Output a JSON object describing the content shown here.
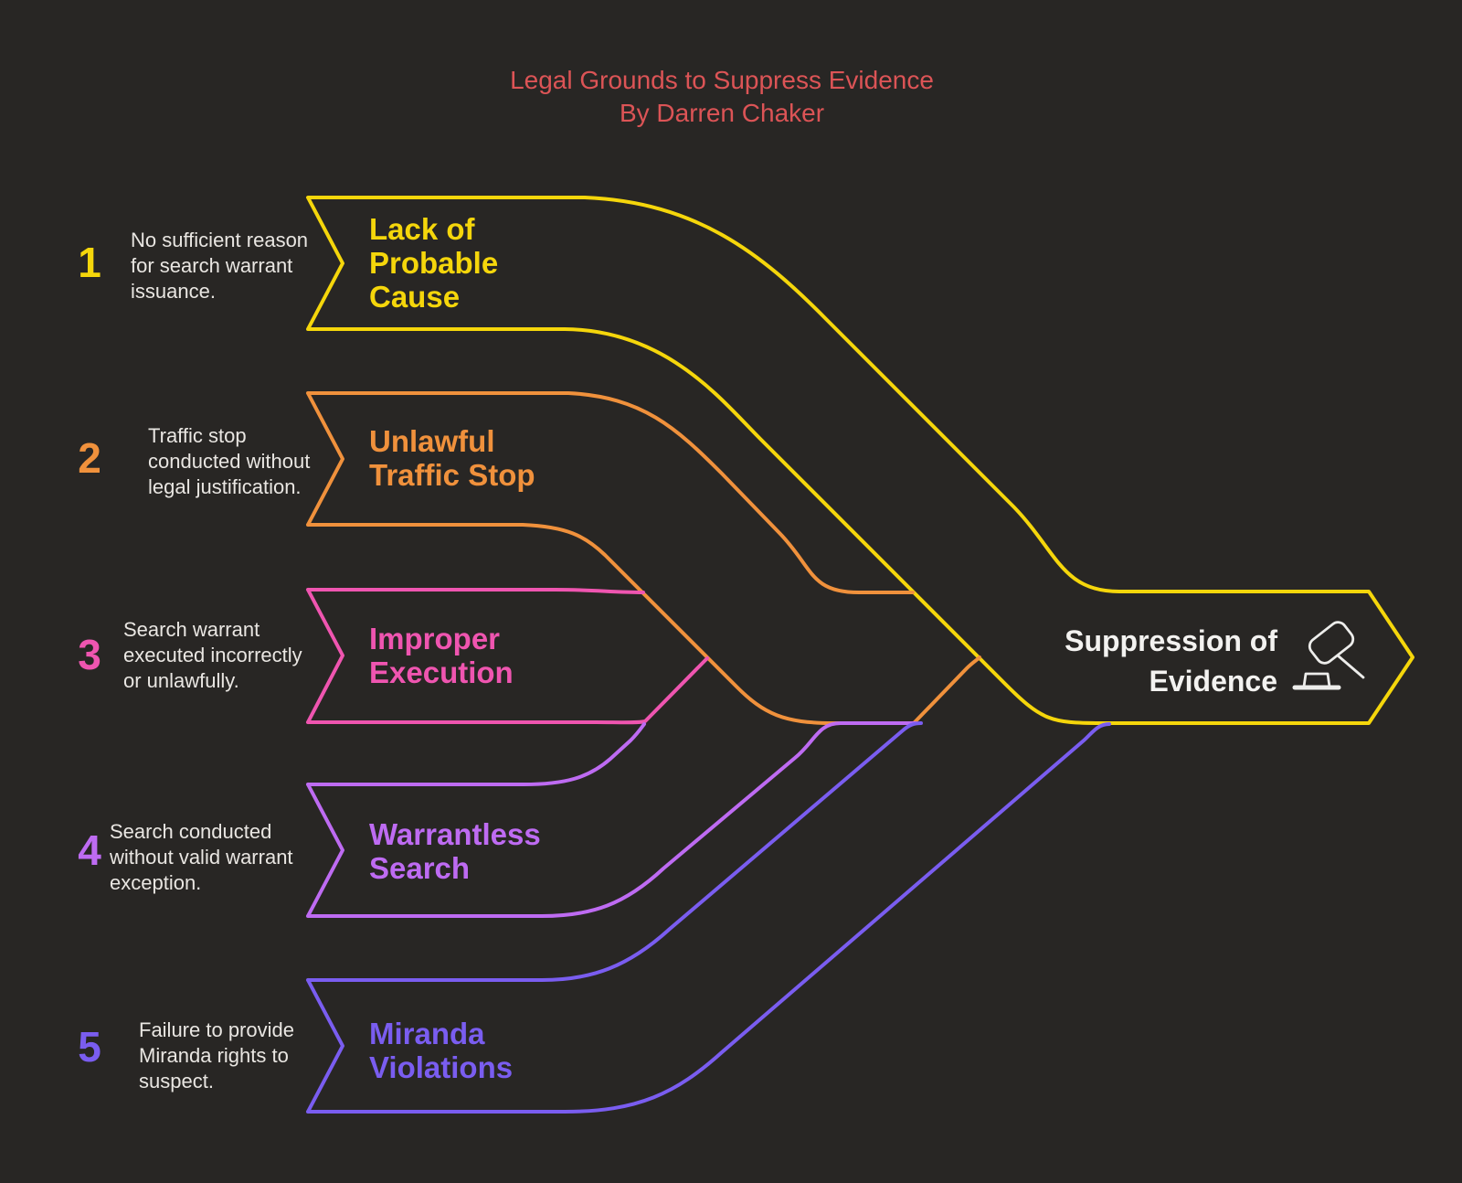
{
  "title": {
    "line1": "Legal Grounds to Suppress Evidence",
    "line2": "By Darren Chaker"
  },
  "colors": {
    "background": "#282624",
    "title": "#DC5456",
    "description_text": "#E9E6E2",
    "node_text": "#F3F2F0",
    "icon": "#EDEDEB",
    "row1": "#F5D60B",
    "row2": "#F0913C",
    "row3": "#EF55B0",
    "row4": "#BE6BF2",
    "row5": "#7A5DF0"
  },
  "rows": [
    {
      "num": "1",
      "color": "#F5D60B",
      "desc_lines": [
        "No sufficient reason",
        "for search warrant",
        "issuance."
      ],
      "label_lines": [
        "Lack of",
        "Probable",
        "Cause"
      ]
    },
    {
      "num": "2",
      "color": "#F0913C",
      "desc_lines": [
        "Traffic stop",
        "conducted without",
        "legal justification."
      ],
      "label_lines": [
        "Unlawful",
        "Traffic Stop"
      ]
    },
    {
      "num": "3",
      "color": "#EF55B0",
      "desc_lines": [
        "Search warrant",
        "executed incorrectly",
        "or unlawfully."
      ],
      "label_lines": [
        "Improper",
        "Execution"
      ]
    },
    {
      "num": "4",
      "color": "#BE6BF2",
      "desc_lines": [
        "Search conducted",
        "without valid warrant",
        "exception."
      ],
      "label_lines": [
        "Warrantless",
        "Search"
      ]
    },
    {
      "num": "5",
      "color": "#7A5DF0",
      "desc_lines": [
        "Failure to provide",
        "Miranda rights to",
        "suspect."
      ],
      "label_lines": [
        "Miranda",
        "Violations"
      ]
    }
  ],
  "node": {
    "label_line1": "Suppression of",
    "label_line2": "Evidence",
    "icon": "gavel-icon"
  }
}
